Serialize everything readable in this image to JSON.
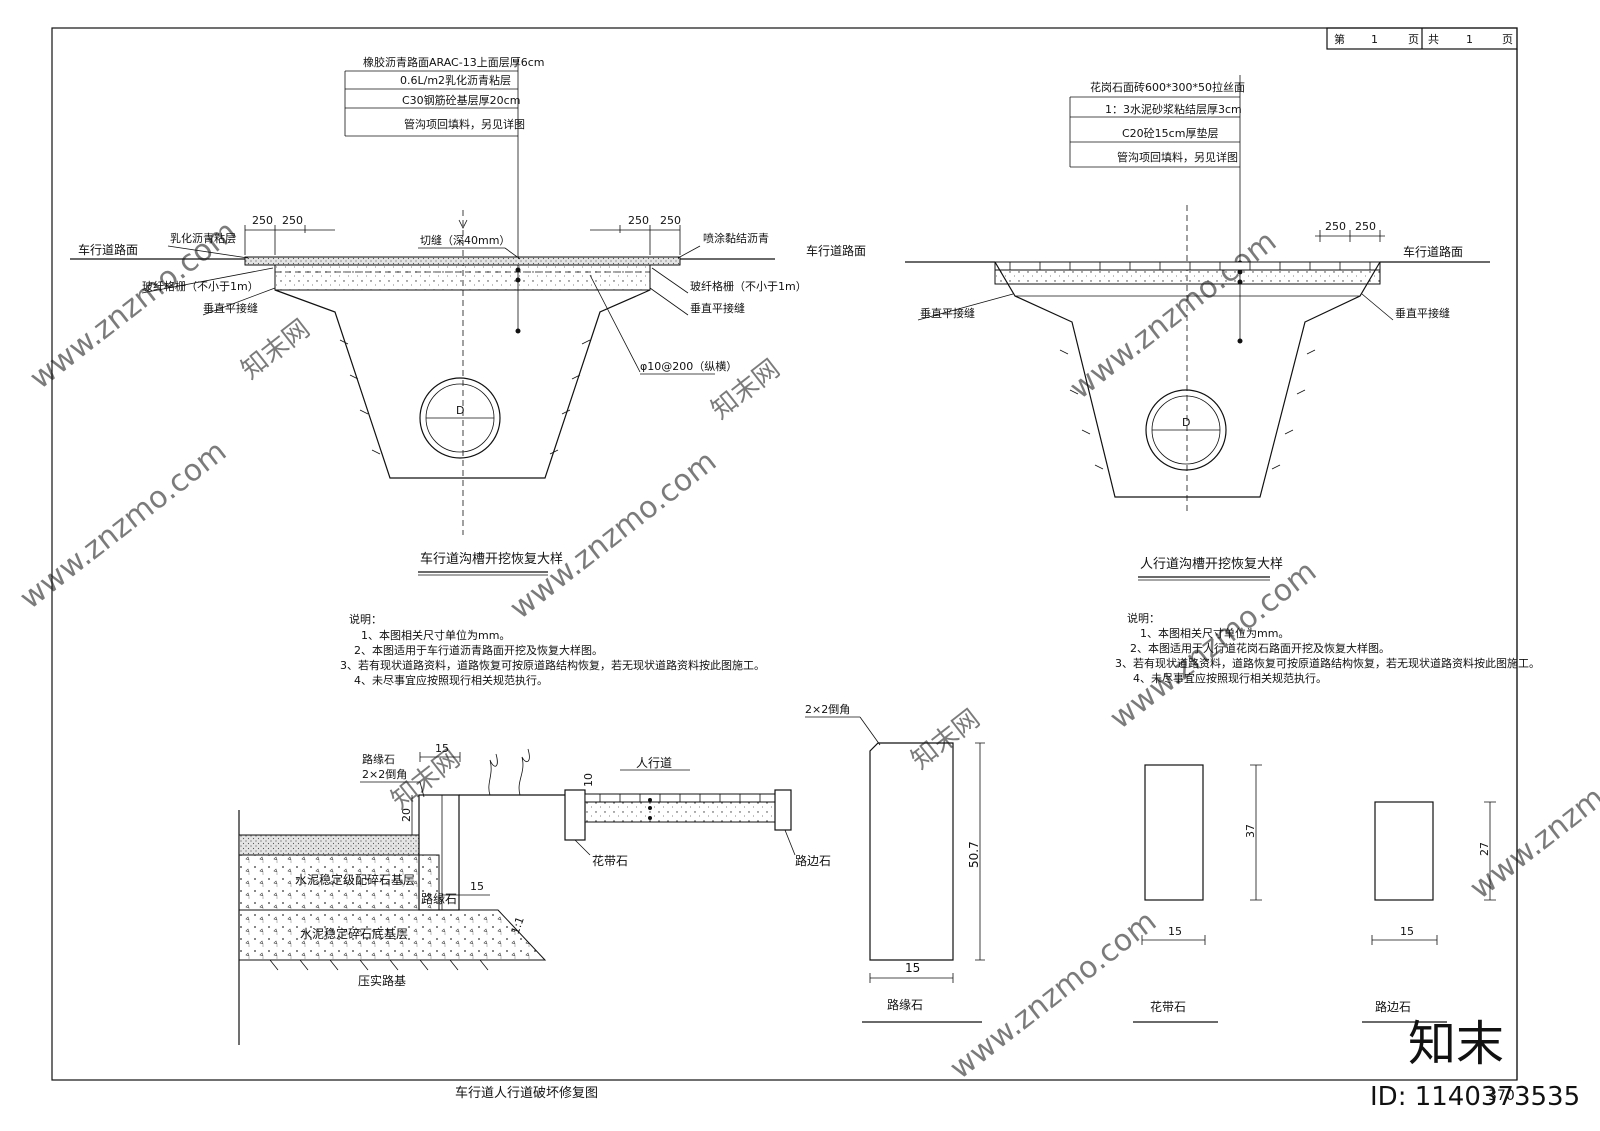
{
  "title_block": {
    "sheet_prefix": "第",
    "sheet_no": "1",
    "sheet_unit": "页",
    "total_prefix": "共",
    "total_no": "1",
    "total_unit": "页"
  },
  "left_detail": {
    "layers": [
      "橡胶沥青路面ARAC-13上面层厚6cm",
      "0.6L/m2乳化沥青粘层",
      "C30钢筋砼基层厚20cm",
      "管沟项回填料，另见详图"
    ],
    "dims": [
      "250",
      "250",
      "250",
      "250"
    ],
    "labels": {
      "road_left": "车行道路面",
      "emulsion": "乳化沥青粘层",
      "cut": "切缝（深40mm）",
      "spray": "喷涂黏结沥青",
      "grid_left": "玻纤格栅（不小于1m）",
      "joint_left": "垂直平接缝",
      "grid_right": "玻纤格栅（不小于1m）",
      "joint_right": "垂直平接缝",
      "rebar": "φ10@200（纵横）",
      "pipe": "D"
    },
    "caption": "车行道沟槽开挖恢复大样",
    "notes_head": "说明：",
    "notes": [
      "1、本图相关尺寸单位为mm。",
      "2、本图适用于车行道沥青路面开挖及恢复大样图。",
      "3、若有现状道路资料，道路恢复可按原道路结构恢复，若无现状道路资料按此图施工。",
      "4、未尽事宜应按照现行相关规范执行。"
    ]
  },
  "right_detail": {
    "layers": [
      "花岗石面砖600*300*50拉丝面",
      "1：3水泥砂浆粘结层厚3cm",
      "C20砼15cm厚垫层",
      "管沟项回填料，另见详图"
    ],
    "dims": [
      "250",
      "250"
    ],
    "labels": {
      "road_left": "车行道路面",
      "road_right": "车行道路面",
      "joint_left": "垂直平接缝",
      "joint_right": "垂直平接缝",
      "pipe": "D"
    },
    "caption": "人行道沟槽开挖恢复大样",
    "notes_head": "说明：",
    "notes": [
      "1、本图相关尺寸单位为mm。",
      "2、本图适用于人行道花岗石路面开挖及恢复大样图。",
      "3、若有现状道路资料，道路恢复可按原道路结构恢复，若无现状道路资料按此图施工。",
      "4、未尽事宜应按照现行相关规范执行。"
    ]
  },
  "bottom_detail": {
    "labels": {
      "kerb": "路缘石",
      "chamfer": "2×2倒角",
      "dim15a": "15",
      "dim20": "20",
      "dim10": "10",
      "sidewalk": "人行道",
      "base": "水泥稳定级配碎石基层",
      "dim15b": "15",
      "kerb2": "路缘石",
      "subbase": "水泥稳定碎石底基层",
      "slope": "1:1",
      "subgrade": "压实路基",
      "planter": "花带石",
      "edge": "路边石"
    },
    "caption": "车行道人行道破坏修复图"
  },
  "stones": {
    "kerb": {
      "chamfer": "2×2倒角",
      "height": "50.7",
      "width": "15",
      "caption": "路缘石"
    },
    "planter": {
      "height": "37",
      "width": "15",
      "caption": "花带石"
    },
    "edge": {
      "height": "27",
      "width": "15",
      "caption": "路边石"
    }
  },
  "watermark": {
    "text": "www.znzmo.com",
    "brand": "知末网",
    "logo": "知末",
    "id": "ID: 1140373535",
    "page_no": "370"
  }
}
